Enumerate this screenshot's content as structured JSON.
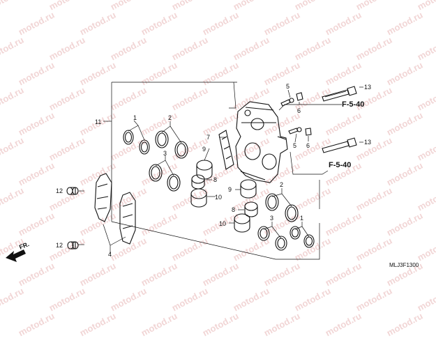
{
  "diagram": {
    "watermark_text": "motod.ru",
    "code": "MLJ3F1300",
    "front_label": "FR.",
    "refs": [
      "F-5-40",
      "F-5-40"
    ],
    "callouts": {
      "c1_top": "1",
      "c2_top": "2",
      "c3_top": "3",
      "c2_bot": "2",
      "c3_bot": "3",
      "c1_bot": "1",
      "c4": "4",
      "c5a": "5",
      "c5b": "5",
      "c6a": "6",
      "c6b": "6",
      "c7": "7",
      "c8a": "8",
      "c8b": "8",
      "c9a": "9",
      "c9b": "9",
      "c10a": "10",
      "c10b": "10",
      "c11": "11",
      "c12a": "12",
      "c12b": "12",
      "c13a": "13",
      "c13b": "13"
    }
  }
}
